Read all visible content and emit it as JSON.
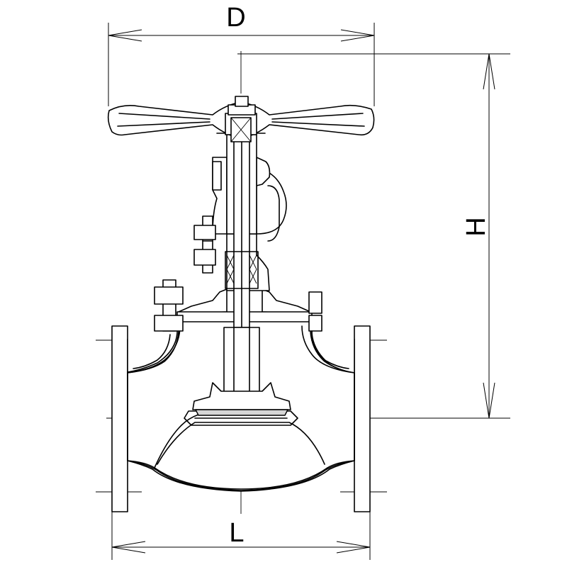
{
  "diagram": {
    "dimensions": {
      "width_top": "D",
      "height": "H",
      "length": "L"
    }
  }
}
